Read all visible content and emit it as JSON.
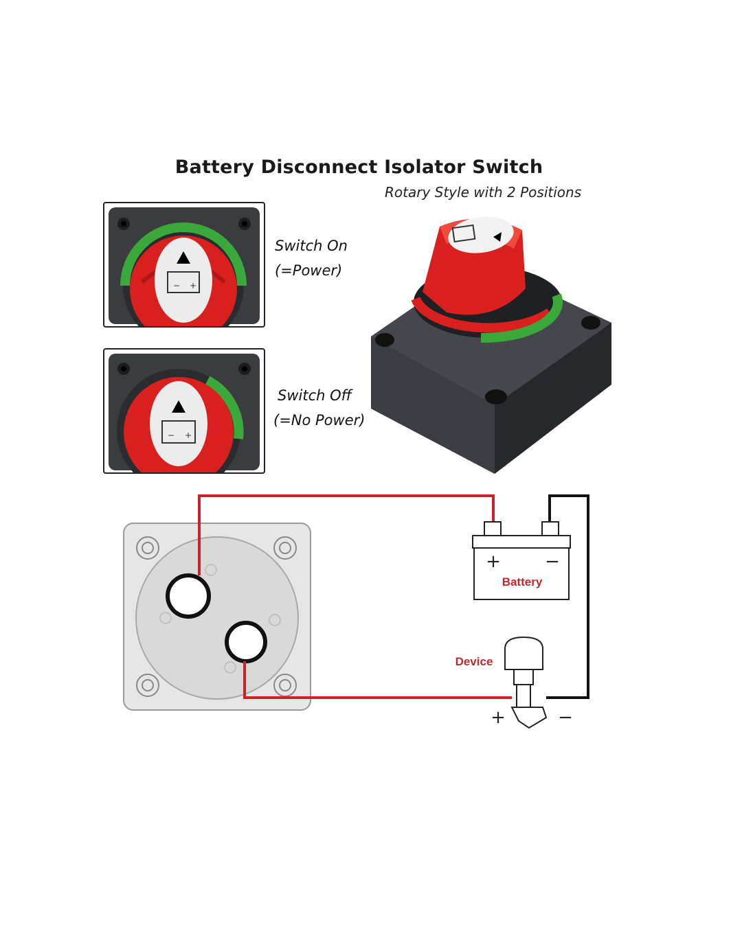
{
  "title": "Battery Disconnect Isolator Switch",
  "subtitle": "Rotary Style with 2 Positions",
  "states": [
    {
      "line1": "Switch On",
      "line2": "(=Power)"
    },
    {
      "line1": "Switch Off",
      "line2": "(=No Power)"
    }
  ],
  "diagram": {
    "battery_label": "Battery",
    "device_label": "Device",
    "plus_symbol": "+",
    "minus_symbol": "−"
  },
  "colors": {
    "wire_positive": "#d0202a",
    "wire_negative": "#111111",
    "knob_red": "#d8201f",
    "on_band_green": "#3aa83a",
    "housing": "#3a3c40"
  }
}
